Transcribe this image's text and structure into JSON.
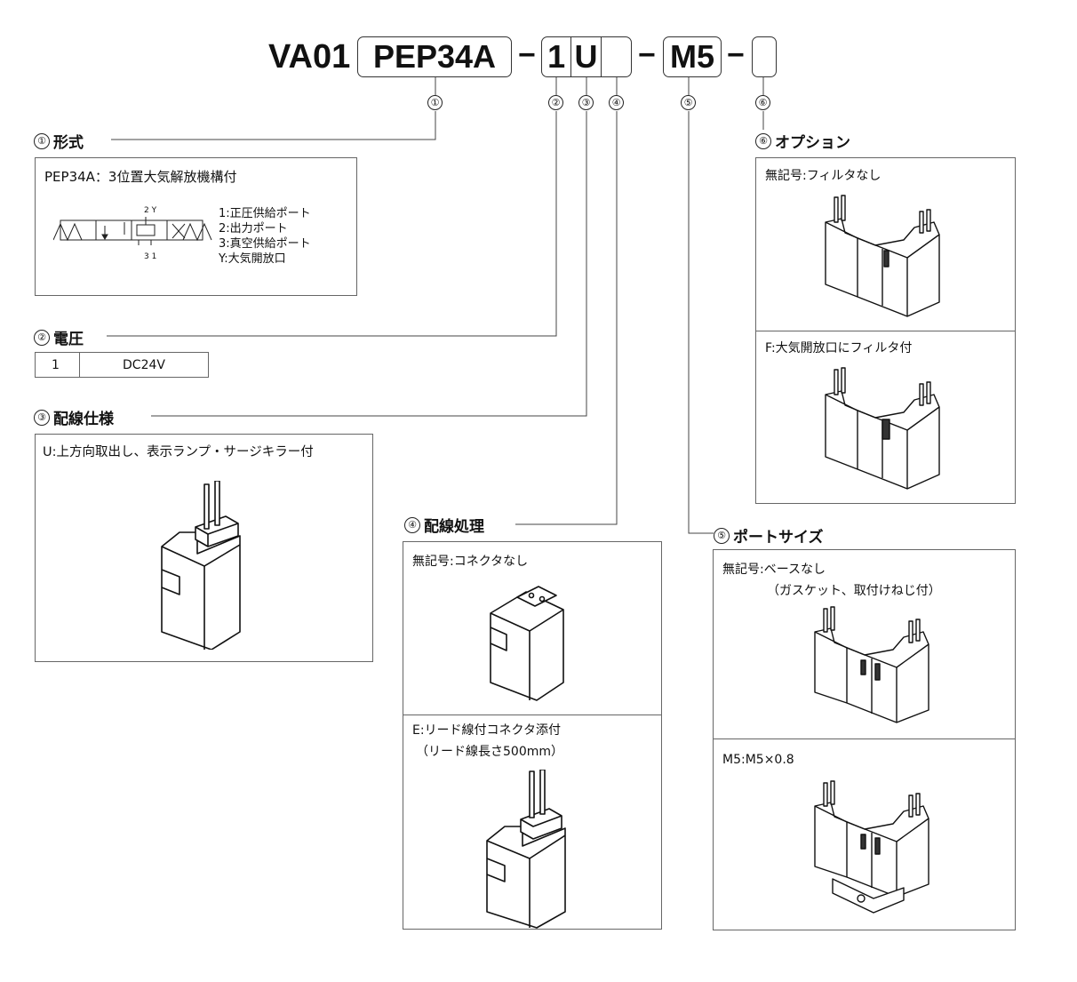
{
  "model_code": {
    "prefix": "VA01",
    "box1": "PEP34A",
    "box2": "1",
    "box3": "U",
    "box4": "",
    "box5": "M5",
    "box6": "",
    "dash": "−"
  },
  "markers": [
    "①",
    "②",
    "③",
    "④",
    "⑤",
    "⑥"
  ],
  "sections": {
    "s1": {
      "num": "①",
      "title": "形式",
      "desc": "PEP34A：3位置大気解放機構付",
      "symbol_labels": {
        "top": "2 Y",
        "bottom": "3 1"
      },
      "ports": [
        "1:正圧供給ポート",
        "2:出力ポート",
        "3:真空供給ポート",
        "Y:大気開放口"
      ]
    },
    "s2": {
      "num": "②",
      "title": "電圧",
      "table": [
        {
          "code": "1",
          "value": "DC24V"
        }
      ]
    },
    "s3": {
      "num": "③",
      "title": "配線仕様",
      "desc": "U:上方向取出し、表示ランプ・サージキラー付"
    },
    "s4": {
      "num": "④",
      "title": "配線処理",
      "opt1": "無記号:コネクタなし",
      "opt2_line1": "E:リード線付コネクタ添付",
      "opt2_line2": "（リード線長さ500mm）"
    },
    "s5": {
      "num": "⑤",
      "title": "ポートサイズ",
      "opt1_line1": "無記号:ベースなし",
      "opt1_line2": "（ガスケット、取付けねじ付）",
      "opt2": "M5:M5×0.8"
    },
    "s6": {
      "num": "⑥",
      "title": "オプション",
      "opt1": "無記号:フィルタなし",
      "opt2": "F:大気開放口にフィルタ付"
    }
  }
}
